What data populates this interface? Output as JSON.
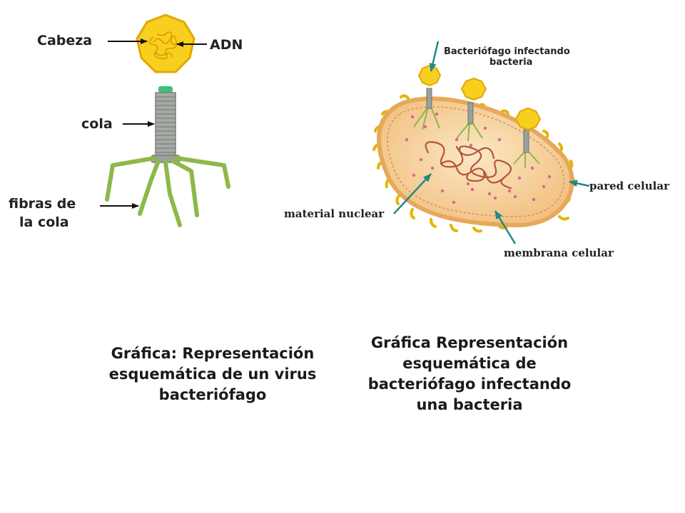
{
  "colors": {
    "head_fill": "#f9cf1f",
    "head_stroke": "#e0a800",
    "dna": "#d89a00",
    "tail": "#9aa09a",
    "fibers": "#8db84a",
    "cell_fill": "#f6d39c",
    "cell_edge": "#e7a85a",
    "nuclear_material": "#b2553d",
    "arrow_teal": "#1f8a86",
    "text": "#222222"
  },
  "phage_diagram": {
    "labels": {
      "head": "Cabeza",
      "dna": "ADN",
      "tail": "cola",
      "tail_fibers_line1": "fibras de",
      "tail_fibers_line2": "la cola"
    },
    "caption_lines": [
      "Gráfica: Representación",
      "esquemática de un virus",
      "bacteriófago"
    ]
  },
  "infection_diagram": {
    "labels": {
      "phage_infecting_line1": "Bacteriófago infectando",
      "phage_infecting_line2": "bacteria",
      "cell_wall": "pared celular",
      "nuclear_material": "material nuclear",
      "cell_membrane": "membrana celular"
    },
    "caption_lines": [
      "Gráfica Representación",
      "esquemática de",
      "bacteriófago infectando",
      "una bacteria"
    ]
  }
}
